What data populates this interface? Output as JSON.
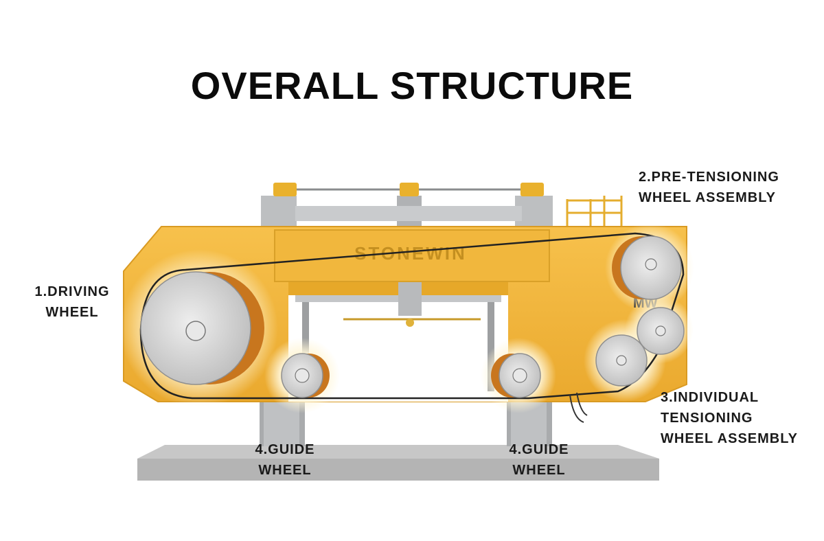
{
  "title": "OVERALL STRUCTURE",
  "brand": "STONEWIN",
  "logo_text": "MW",
  "labels": {
    "driving_wheel": [
      "1.DRIVING",
      "WHEEL"
    ],
    "pre_tensioning": [
      "2.PRE-TENSIONING",
      "WHEEL ASSEMBLY"
    ],
    "individual_tensioning": [
      "3.INDIVIDUAL",
      "TENSIONING",
      "WHEEL ASSEMBLY"
    ],
    "guide_wheel_left": [
      "4.GUIDE",
      "WHEEL"
    ],
    "guide_wheel_right": [
      "4.GUIDE",
      "WHEEL"
    ]
  },
  "colors": {
    "body": "#f4b93c",
    "body_dark": "#d99a22",
    "steel": "#b9bcbf",
    "wheel": "#d6d6d6",
    "wheel_rim": "#c8761e",
    "base": "#c9c9c9",
    "wire": "#222222"
  }
}
